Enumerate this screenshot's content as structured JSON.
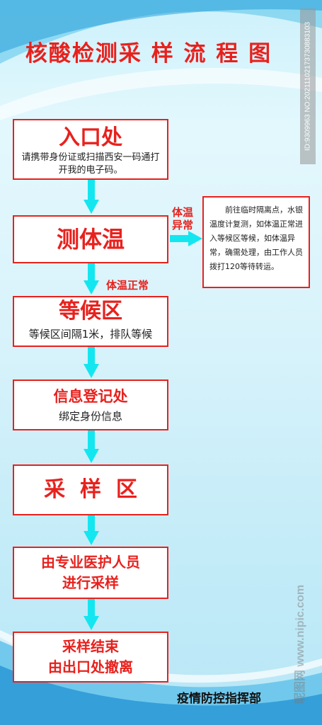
{
  "title": "核酸检测采 样 流 程 图",
  "steps": [
    {
      "head": "入口处",
      "sub": "请携带身份证或扫描西安一码通打开我的电子码。"
    },
    {
      "head": "测体温",
      "sub": ""
    },
    {
      "head": "等候区",
      "sub": "等候区间隔1米，排队等候"
    },
    {
      "head": "信息登记处",
      "sub": "绑定身份信息"
    },
    {
      "head": "采  样  区",
      "sub": ""
    },
    {
      "head": "由专业医护人员\n进行采样",
      "sub": ""
    },
    {
      "head": "采样结束\n由出口处撤离",
      "sub": ""
    }
  ],
  "branch": {
    "label_line1": "体温",
    "label_line2": "异常",
    "note": "前往临时隔离点，水银温度计复测，如体温正常进入等候区等候，如体温异常，确需处理，由工作人员拨打120等待转运。"
  },
  "normal_label": "体温正常",
  "footer": "疫情防控指挥部",
  "id_text": "ID:9309963 NO:20211102173730883103",
  "watermark": "昵图网 www.nipic.com",
  "colors": {
    "accent": "#e8211d",
    "arrow": "#14e6f0"
  }
}
